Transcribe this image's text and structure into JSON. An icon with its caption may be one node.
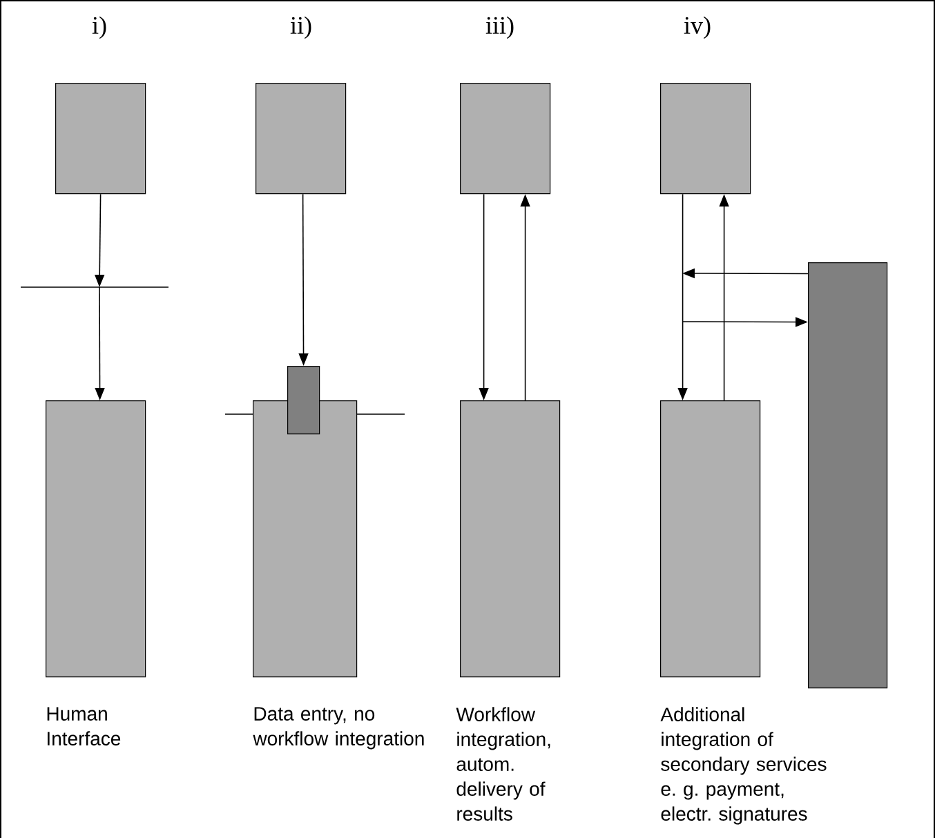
{
  "diagram": {
    "nodes": [
      {
        "text": [],
        "shape": "box"
      },
      {
        "text": [],
        "shape": "box"
      },
      {
        "text": [],
        "shape": "box"
      },
      {
        "text": [],
        "shape": "box"
      },
      {
        "text": [],
        "shape": "box"
      },
      {
        "text": [],
        "shape": "box"
      },
      {
        "text": [],
        "shape": "box"
      },
      {
        "text": [],
        "shape": "box"
      },
      {
        "text": [],
        "shape": "box"
      },
      {
        "text": [],
        "shape": "box"
      }
    ],
    "edges": [
      {
        "from": 0,
        "to": null,
        "arrow": "to"
      },
      {
        "from": null,
        "to": 1,
        "arrow": "to"
      },
      {
        "from": 2,
        "to": 3,
        "arrow": "to"
      },
      {
        "from": 5,
        "to": 6,
        "arrow": "to"
      },
      {
        "from": 6,
        "to": 5,
        "arrow": "to"
      },
      {
        "from": 7,
        "to": 8,
        "arrow": "to"
      },
      {
        "from": 8,
        "to": 7,
        "arrow": "to"
      },
      {
        "from": 9,
        "to": null,
        "arrow": "to"
      },
      {
        "from": null,
        "to": 9,
        "arrow": "to"
      }
    ],
    "labels": [
      "i)",
      "ii)",
      "iii)",
      "iv)",
      "Human Interface",
      "Data entry, no workflow integration",
      "Workflow integration, autom. delivery of results",
      "Additional integration of secondary services e. g. payment, electr. signatures"
    ]
  }
}
